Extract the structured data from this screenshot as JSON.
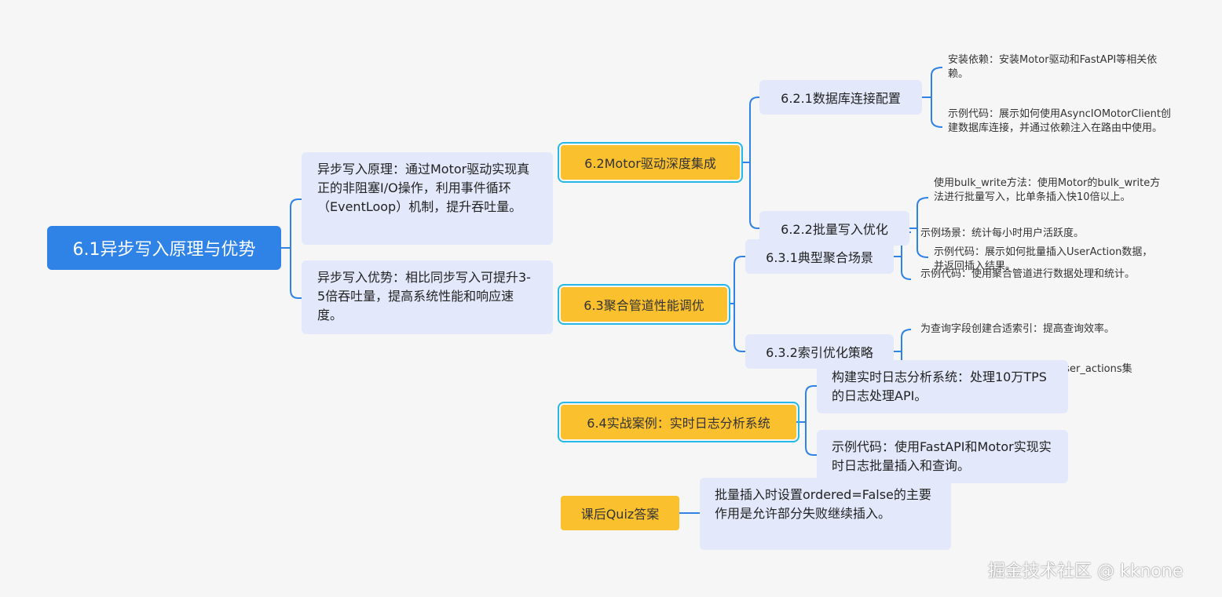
{
  "root": {
    "label": "6.1异步写入原理与优势"
  },
  "root_children": [
    {
      "text": "异步写入原理：通过Motor驱动实现真正的非阻塞I/O操作，利用事件循环（EventLoop）机制，提升吞吐量。"
    },
    {
      "text": "异步写入优势：相比同步写入可提升3-5倍吞吐量，提高系统性能和响应速度。"
    }
  ],
  "branches": {
    "b62": {
      "label": "6.2Motor驱动深度集成",
      "s621": {
        "label": "6.2.1数据库连接配置",
        "leaves": [
          "安装依赖：安装Motor驱动和FastAPI等相关依赖。",
          "示例代码：展示如何使用AsyncIOMotorClient创建数据库连接，并通过依赖注入在路由中使用。"
        ]
      },
      "s622": {
        "label": "6.2.2批量写入优化",
        "leaves": [
          "使用bulk_write方法：使用Motor的bulk_write方法进行批量写入，比单条插入快10倍以上。",
          "示例代码：展示如何批量插入UserAction数据，并返回插入结果。"
        ]
      }
    },
    "b63": {
      "label": "6.3聚合管道性能调优",
      "s631": {
        "label": "6.3.1典型聚合场景",
        "leaves": [
          "示例场景：统计每小时用户活跃度。",
          "示例代码：使用聚合管道进行数据处理和统计。"
        ]
      },
      "s632": {
        "label": "6.3.2索引优化策略",
        "leaves": [
          "为查询字段创建合适索引：提高查询效率。",
          "user_actions集"
        ]
      }
    },
    "b64": {
      "label": "6.4实战案例：实时日志分析系统",
      "leaves": [
        "构建实时日志分析系统：处理10万TPS的日志处理API。",
        "示例代码：使用FastAPI和Motor实现实时日志批量插入和查询。"
      ]
    },
    "quiz": {
      "label": "课后Quiz答案",
      "leaf": "批量插入时设置ordered=False的主要作用是允许部分失败继续插入。"
    }
  },
  "watermark": "掘金技术社区 @ kknone",
  "colors": {
    "root": "#2f82e6",
    "topic": "#fbc02d",
    "subtopic": "#e3e9fb",
    "line": "#2f82e6",
    "highlight": "#25b8e6"
  }
}
